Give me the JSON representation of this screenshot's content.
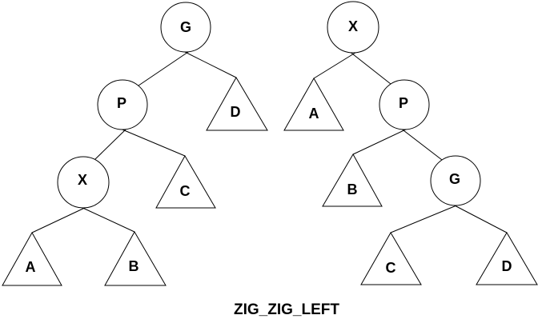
{
  "caption": "ZIG_ZIG_LEFT",
  "trees": {
    "before": {
      "nodes": {
        "G": "G",
        "P": "P",
        "X": "X",
        "A": "A",
        "B": "B",
        "C": "C",
        "D": "D"
      },
      "edges": [
        "G-P",
        "G-D",
        "P-X",
        "P-C",
        "X-A",
        "X-B"
      ],
      "structure": "G(P(X(A,B),C),D)"
    },
    "after": {
      "nodes": {
        "X": "X",
        "A": "A",
        "P": "P",
        "B": "B",
        "G": "G",
        "C": "C",
        "D": "D"
      },
      "edges": [
        "X-A",
        "X-P",
        "P-B",
        "P-G",
        "G-C",
        "G-D"
      ],
      "structure": "X(A,P(B,G(C,D)))"
    }
  },
  "colors": {
    "line": "#000000",
    "background": "#ffffff"
  }
}
